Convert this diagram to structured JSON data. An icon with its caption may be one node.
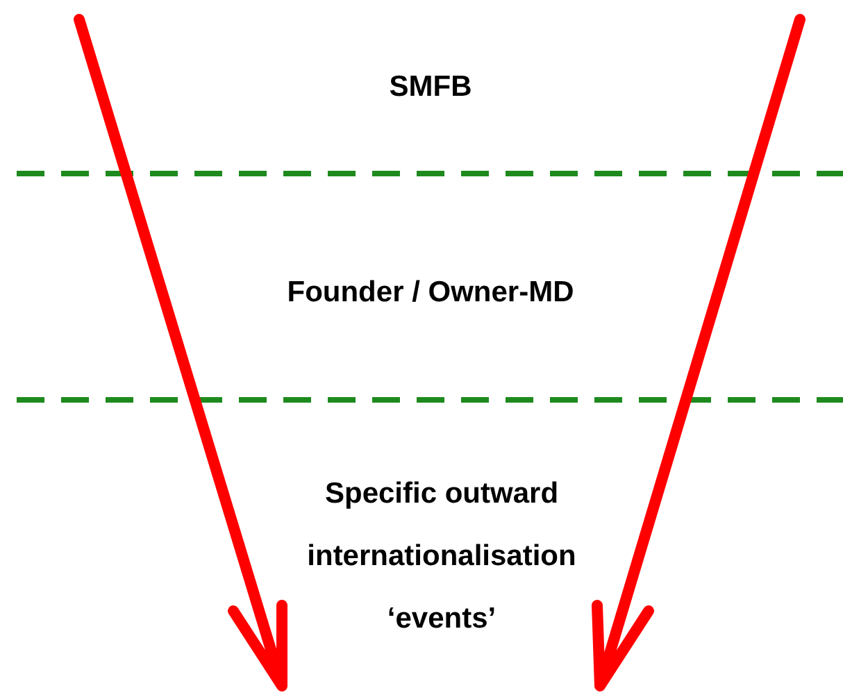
{
  "diagram": {
    "labels": [
      "SMFB",
      "Founder / Owner-MD",
      "Specific outward internationalisation ‘events’"
    ]
  }
}
